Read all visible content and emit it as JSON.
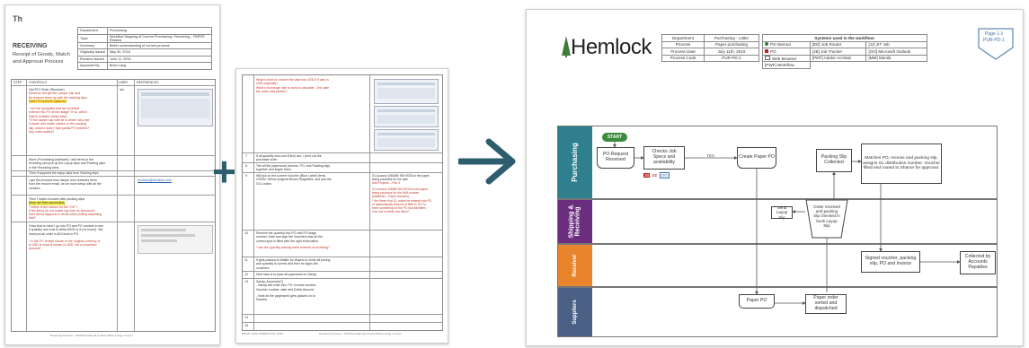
{
  "doc1": {
    "logo": "Th",
    "title": "RECEIVING",
    "subtitle_lines": [
      "Receipt of Goods, Match",
      "and Approval Process"
    ],
    "meta": [
      [
        "Department",
        "Purchasing"
      ],
      [
        "Topic",
        "Workflow Mapping of Current Purchasing / Receiving – PAPER Related"
      ],
      [
        "Summary",
        "Better understanding of current process"
      ],
      [
        "Originally issued",
        "May 30, 2016"
      ],
      [
        "Revision Issued",
        "June 11, 2016"
      ],
      [
        "Approved By",
        "Brian Lang"
      ]
    ],
    "table_headers": [
      "STEP",
      "CONTROLS",
      "USER",
      "REFERENCES"
    ],
    "row1_note_black": "Get P/O Order (Receiver)",
    "row1_notes_red": [
      "Receiver will get the Lawyer Slip and",
      "tie receiver them up with the packing slips.",
      "Gets PO receiver captured.",
      "",
      "* are the quantities that are received",
      "entered into PO at this stage? If so, which",
      "field is contains these data?",
      "* If the lawyer slip with be w where who see",
      "it cease and match values on the packing",
      "slip, what is done? Add partial PO entered?",
      "Any notes added?"
    ],
    "row1_user": "Ian",
    "row2_lines": [
      "Store (Purchasing Assistant) / add items to the",
      "receiving slot pick up the Layup slips and Packing slips",
      "in the Receiving area."
    ],
    "row3_line": "Then it supports the layup slips from Packing slips",
    "row4_lines": [
      "I get the invoices from lawyer who retrieves them",
      "from the invoice email, as we have setup with all the",
      "vendors."
    ],
    "row4_link": "invoices@hemlock.com",
    "row5_black": "Then I match invoices with packing slips",
    "row5_yellow": "(they are then accounted)",
    "row5_red": [
      "* where is the reason for the \"OK\"?",
      "If the items do not match log note on document.",
      "How about happens to items when putting data/filing",
      "that?"
    ],
    "row6_lines": [
      "Once that is done I go into PO and PO number to see",
      "if quantity and cost is within $100 or 5 (no hours). We",
      "must put all order in $10 fund in PO."
    ],
    "row6_red": [
      "* is the PO receipt shown in the original currency or",
      "is USD is what is shown in USD, not a converted",
      "amount?"
    ],
    "footer": "Receiving Process – Workflow Manual & Setup (Brian Lang) v.1.docx"
  },
  "doc2": {
    "rows": [
      {
        "red": [
          "What's done to convert the data into USD if it was in",
          "USD originally?",
          "What's exchange rate is used to calculate – the date",
          "the order was placed?"
        ]
      },
      {
        "step": "7",
        "black": [
          "If all quantity and cost $ line) are, I print out the",
          "purchase order."
        ]
      },
      {
        "step": "8",
        "black": [
          "The all the paperwork (invoice, PO, and Packing slip)",
          "together and staple them."
        ]
      },
      {
        "step": "9",
        "black": [
          "Will put on the current Voucher (Blue Label) Items",
          "GGRN: Yellow (original Brown Ridgefield, and add the",
          "GL1 codes"
        ],
        "side_black": [
          "GL Account (080480 530 5030) is the paper",
          "being purchase for the sale"
        ],
        "side_red": [
          "Add Projects – Part 3",
          "",
          "GL Account (08080 810 5010) is the paper",
          "being purchase for the NAA number",
          "(Materials – Paper Invoices)",
          "* Are these four GL codes be entered into PO",
          "or automatically linked to a field in TK? Is",
          "there something on the PO that identifies",
          "it as one of these two items?"
        ]
      },
      {
        "step": "10",
        "black": [
          "Receive the quantity into PO with PO stage",
          "number, Date and sign the Vouchers that all the",
          "correct spot is filled with the right information."
        ],
        "red": [
          "* has the quantity already been entered at receiving?"
        ]
      },
      {
        "step": "11",
        "black": [
          "It gets passed to Walter for Wayne to verify all pricing",
          "and quantity is correct and then he signs the",
          "vouchers."
        ]
      },
      {
        "step": "12",
        "black": [
          "Next step is to pass all paperwork to Sandy."
        ]
      },
      {
        "step": "13",
        "black": [
          "Sandy, Accounts(?)",
          "  - Sandy will enter into: PO, Invoice number,",
          "  Voucher number, date and Dollar Amount.",
          "",
          "  - Note all the paperwork gets passed on to",
          "  Desiree."
        ]
      },
      {
        "step": "14",
        "black": []
      },
      {
        "step": "15",
        "black": []
      }
    ],
    "footer_left": "BRIAN LANG WORKFLOW / 2016",
    "footer_right": "Receiving Process – Workflow Manual & Setup (Brian Lang) v.1.docx"
  },
  "plus_sign": "+",
  "arrow_color": "#2e5d6e",
  "flow": {
    "logo": "Hemlock",
    "page_badge": [
      "Page 1-1",
      "PUR-PD-1"
    ],
    "meta": [
      [
        "Department",
        "Purchasing - Littler"
      ],
      [
        "Process",
        "Paper purchasing"
      ],
      [
        "Process Date",
        "July 11th, 2016"
      ],
      [
        "Process Code",
        "PUR-PD-1"
      ]
    ],
    "systems_header": "Systems used in the workflow:",
    "systems": [
      [
        "PS Internal",
        "[EE] Job Router",
        "[JJ] JIT Job"
      ],
      [
        "PO",
        "[JB] Job Tracker",
        "[OO] Microsoft Outlook"
      ],
      [
        "Web Browser",
        "[PDF] Adobe Acrobat",
        "[MM] Manila"
      ],
      [
        "[PWF] Workflow",
        "",
        ""
      ]
    ],
    "lanes": [
      {
        "label": "Purchasing",
        "color": "#2f7f8f"
      },
      {
        "label": "Shipping & Receiving",
        "color": "#6b2e7e"
      },
      {
        "label": "Receiver",
        "color": "#e8842c"
      },
      {
        "label": "Suppliers",
        "color": "#4a6084"
      }
    ],
    "start": "START",
    "nodes": {
      "po_request": "PO Request Received",
      "check_job": "Checks Job Specs and availability",
      "yes": "YES",
      "create_po": "Create Paper PO",
      "packing_collect": "Packing Slip Collected",
      "matches": "Matches PO, receive and packing slip, assigns GL distribution number. Voucher filled and routed to Sharon for approval.",
      "send_layup": "Send Layup Slip",
      "order_received": "Order received and packing slip checked in book Layup Slip",
      "signed_voucher": "Signed voucher, packing slip, PO and Invoice",
      "collected_ap": "Collected by Accounts Payables",
      "paper_po": "Paper PO",
      "paper_order": "Paper order sorted and dispatched"
    },
    "tags": [
      "JB",
      "EE",
      "OO"
    ]
  }
}
